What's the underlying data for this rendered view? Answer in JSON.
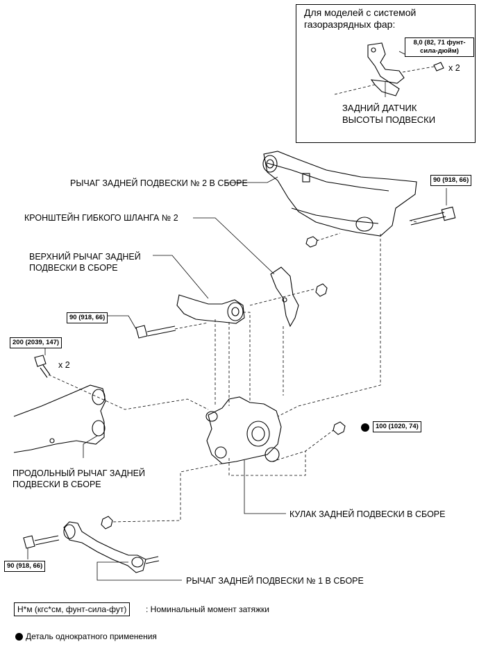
{
  "inset": {
    "title": "Для моделей с системой\nгазоразрядных фар:",
    "torque": "8,0 (82, 71 фунт-\nсила-дюйм)",
    "qty": "x 2",
    "sensor_label": "ЗАДНИЙ ДАТЧИК\nВЫСОТЫ ПОДВЕСКИ"
  },
  "labels": {
    "arm2": "РЫЧАГ ЗАДНЕЙ ПОДВЕСКИ № 2 В СБОРЕ",
    "hose_bracket": "КРОНШТЕЙН ГИБКОГО ШЛАНГА № 2",
    "upper_arm": "ВЕРХНИЙ РЫЧАГ ЗАДНЕЙ\nПОДВЕСКИ В СБОРЕ",
    "trailing_arm": "ПРОДОЛЬНЫЙ РЫЧАГ ЗАДНЕЙ\nПОДВЕСКИ В СБОРЕ",
    "knuckle": "КУЛАК ЗАДНЕЙ ПОДВЕСКИ В СБОРЕ",
    "arm1": "РЫЧАГ ЗАДНЕЙ ПОДВЕСКИ № 1 В СБОРЕ"
  },
  "torques": {
    "t_arm2": "90 (918, 66)",
    "t_upper": "90 (918, 66)",
    "t_trailing": "200 (2039, 147)",
    "t_trailing_qty": "x 2",
    "t_knuckle": "100 (1020, 74)",
    "t_arm1": "90 (918, 66)"
  },
  "legend": {
    "unit": "Н*м (кгс*см, фунт-сила-фут)",
    "unit_desc": ": Номинальный момент затяжки",
    "single_use": "Деталь однократного применения"
  }
}
